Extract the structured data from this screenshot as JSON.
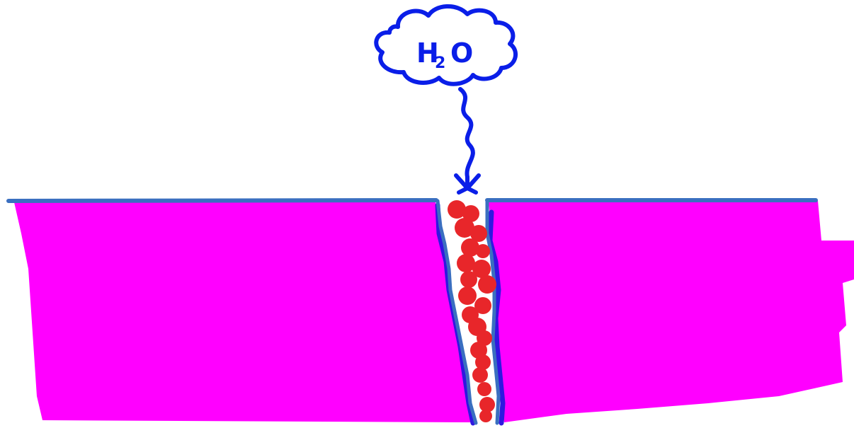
{
  "cloud": {
    "main": "H",
    "subscript": "2",
    "suffix": "O"
  },
  "colors": {
    "block": "#ff00ff",
    "outline": "#3a6fc0",
    "ink": "#0a1ee8",
    "particles": "#e8262a",
    "crack_fill": "#ffffff",
    "shadow": "#2f18e0"
  }
}
